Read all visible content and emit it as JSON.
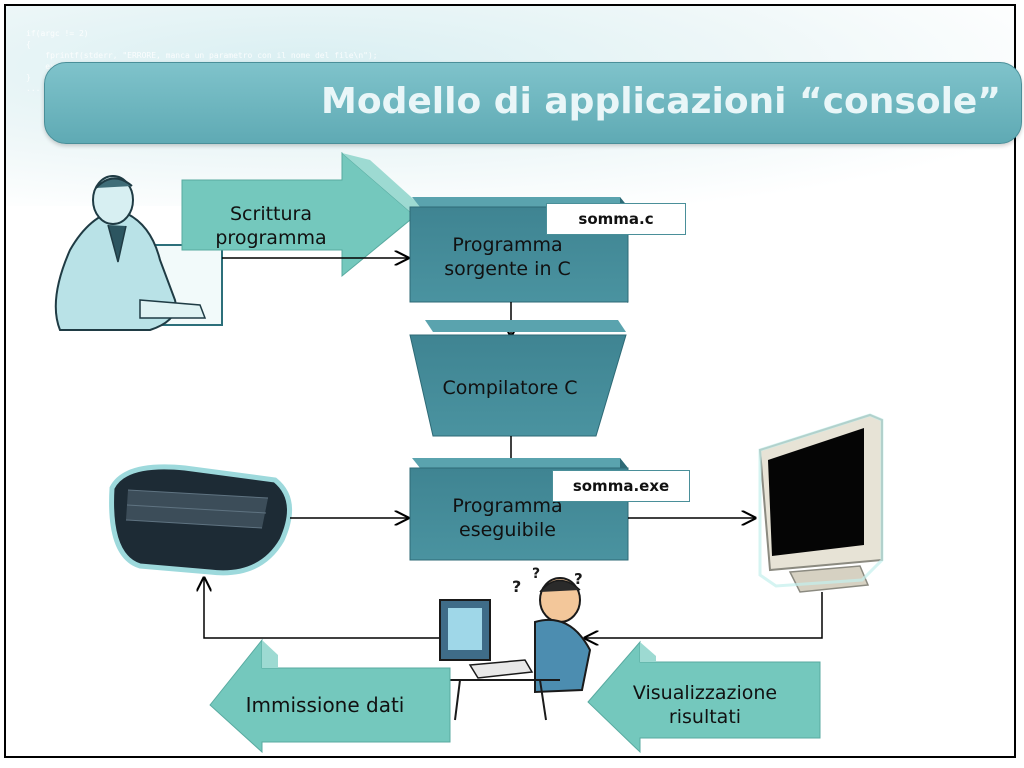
{
  "title": "Modello di applicazioni “console”",
  "background_code": "if(argc != 2)\n{\n    fprintf(stderr, \"ERRORE, manca un parametro con il nome del file\\n\");\n    exit(1);\n}\n...",
  "nodes": {
    "writing_arrow": {
      "line1": "Scrittura",
      "line2": "programma"
    },
    "source_box": {
      "line1": "Programma",
      "line2": "sorgente in C",
      "file_tag": "somma.c"
    },
    "compiler_box": {
      "label": "Compilatore C"
    },
    "exe_box": {
      "line1": "Programma",
      "line2": "eseguibile",
      "file_tag": "somma.exe"
    },
    "input_arrow": {
      "label": "Immissione dati"
    },
    "output_arrow": {
      "line1": "Visualizzazione",
      "line2": "risultati"
    }
  },
  "colors": {
    "title_bar": "#6db5be",
    "box_face": "#3f8290",
    "arrow_fill": "#74c8bd",
    "connector": "#000000"
  },
  "icons": [
    "programmer-icon",
    "keyboard-icon",
    "monitor-icon",
    "confused-user-icon"
  ]
}
